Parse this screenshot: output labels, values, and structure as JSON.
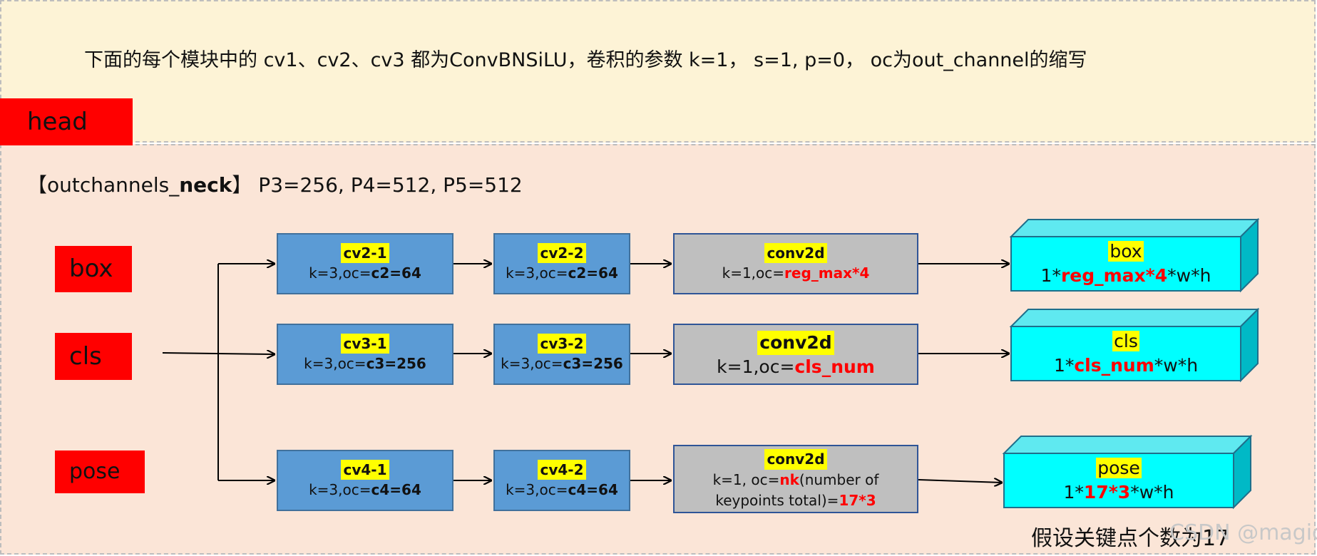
{
  "note": "下面的每个模块中的 cv1、cv2、cv3 都为ConvBNSiLU，卷积的参数 k=1， s=1, p=0， oc为out_channel的缩写",
  "section_label": "head",
  "outchannels": {
    "prefix": "【outchannels_",
    "bold": "neck",
    "suffix": "】 P3=256, P4=512, P5=512"
  },
  "branches": {
    "box": {
      "label": "box",
      "block1": {
        "title": "cv2-1",
        "param": "k=3,oc=",
        "value": "c2=64"
      },
      "block2": {
        "title": "cv2-2",
        "param": "k=3,oc=",
        "value": "c2=64"
      },
      "conv": {
        "title": "conv2d",
        "param": "k=1,oc=",
        "value": "reg_max*4"
      },
      "output": {
        "title": "box",
        "pre": "1*",
        "value": "reg_max*4",
        "post": "*w*h"
      }
    },
    "cls": {
      "label": "cls",
      "block1": {
        "title": "cv3-1",
        "param": "k=3,oc=",
        "value": "c3=256"
      },
      "block2": {
        "title": "cv3-2",
        "param": "k=3,oc=",
        "value": "c3=256"
      },
      "conv": {
        "title": "conv2d",
        "param": "k=1,oc=",
        "value": "cls_num"
      },
      "output": {
        "title": "cls",
        "pre": "1*",
        "value": "cls_num",
        "post": "*w*h"
      }
    },
    "pose": {
      "label": "pose",
      "block1": {
        "title": "cv4-1",
        "param": "k=3,oc=",
        "value": "c4=64"
      },
      "block2": {
        "title": "cv4-2",
        "param": "k=3,oc=",
        "value": "c4=64"
      },
      "conv": {
        "title": "conv2d",
        "param": "k=1, oc=",
        "value": "nk",
        "param2": "(number of",
        "param3": "keypoints total)=",
        "value2": "17*3"
      },
      "output": {
        "title": "pose",
        "pre": "1*",
        "value": "17*3",
        "post": "*w*h"
      }
    }
  },
  "footnote": "假设关键点个数为17",
  "watermark": "CSDN @magic_ll",
  "colors": {
    "red_label": "#ff0000",
    "blue_block": "#5b9bd5",
    "gray_block": "#bfbfbf",
    "cyan_output": "#00ffff",
    "yellow_highlight": "#ffff00"
  }
}
